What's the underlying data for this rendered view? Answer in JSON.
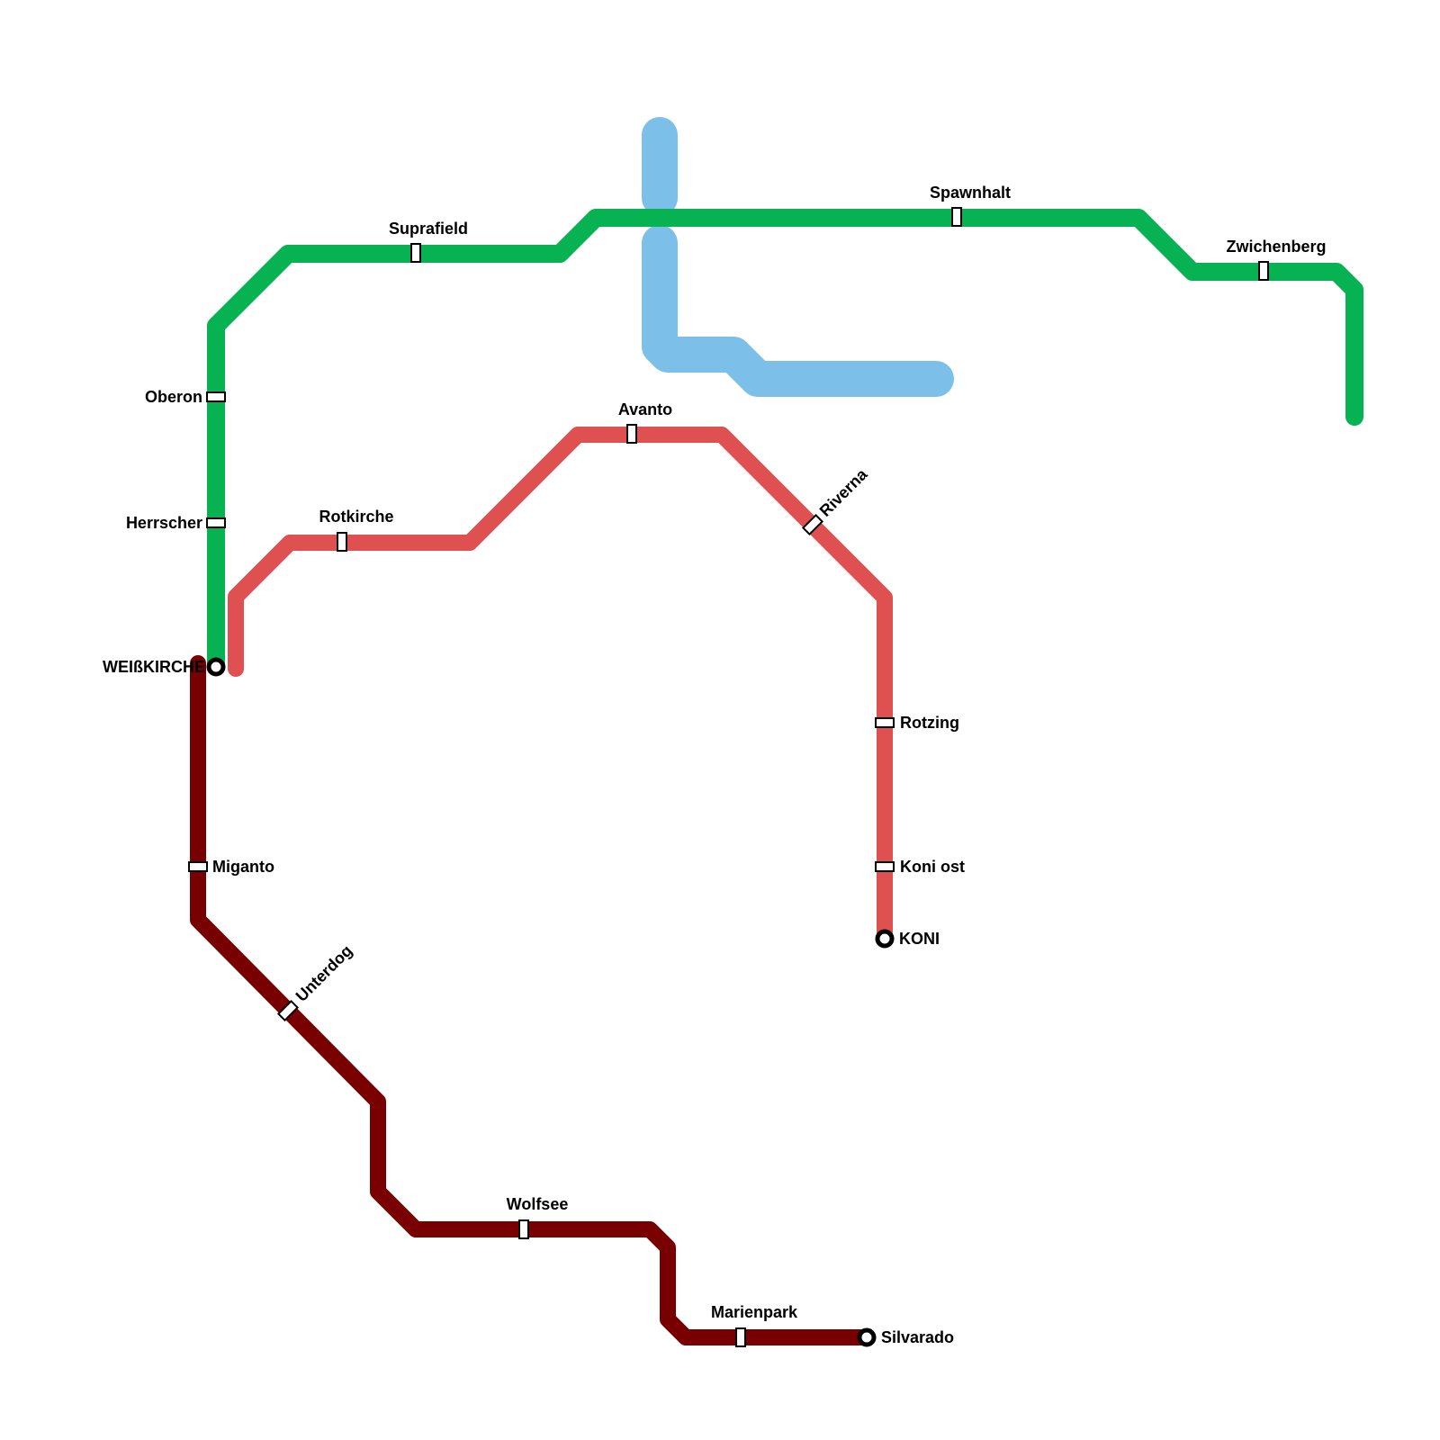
{
  "colors": {
    "green_line": "#06b252",
    "red_line": "#df5050",
    "maroon_line": "#790000",
    "water": "#7cbfe8",
    "station_fill": "#ffffff",
    "station_stroke": "#000000"
  },
  "stations": {
    "oberon": "Oberon",
    "herrscher": "Herrscher",
    "suprafield": "Suprafield",
    "spawnhalt": "Spawnhalt",
    "zwichenberg": "Zwichenberg",
    "rotkirche": "Rotkirche",
    "avanto": "Avanto",
    "riverna": "Riverna",
    "rotzing": "Rotzing",
    "koni_ost": "Koni ost",
    "koni": "KONI",
    "weisskirche": "WEIßKIRCHE",
    "miganto": "Miganto",
    "unterdog": "Unterdog",
    "wolfsee": "Wolfsee",
    "marienpark": "Marienpark",
    "silvarado": "Silvarado"
  },
  "interchanges": [
    "WEIßKIRCHE",
    "KONI",
    "Silvarado"
  ]
}
